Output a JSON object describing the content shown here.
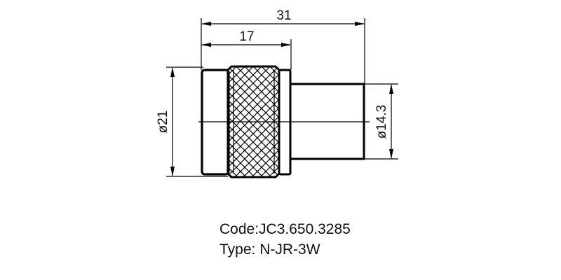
{
  "drawing": {
    "dimensions": {
      "overall_length": "31",
      "nut_length": "17",
      "nut_diameter": "ø21",
      "shaft_diameter": "ø14.3"
    },
    "colors": {
      "line": "#000000",
      "background": "#ffffff"
    }
  },
  "caption": {
    "code": "Code:JC3.650.3285",
    "type": "Type: N-JR-3W"
  }
}
